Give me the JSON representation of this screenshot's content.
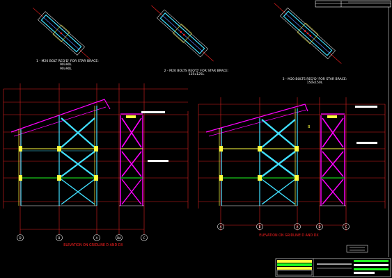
{
  "details": [
    {
      "line1": "1 - M20 BOLT REQ'D' FOR STAR BRACE:",
      "line2": "90x90L",
      "line3": "90x90L"
    },
    {
      "line1": "2 - M20 BOLTS REQ'D' FOR STAR BRACE:",
      "line2": "125x125L"
    },
    {
      "line1": "3 - M20 BOLTS REQ'D' FOR STAR BRACE:",
      "line2": "150x150L"
    }
  ],
  "elevations": [
    {
      "title": "ELEVATION ON GRIDLINE D AND DX",
      "grid_labels": [
        "D",
        "B",
        "A",
        "BA",
        "C"
      ]
    },
    {
      "title": "ELEVATION ON GRIDLINE D AND DX",
      "grid_labels": [
        "A",
        "B",
        "A",
        "D",
        "C"
      ]
    }
  ],
  "section_marker": "B",
  "colors": {
    "background": "#000000",
    "grid_lines": "#e02020",
    "truss": "#ff00ff",
    "bracing": "#40e0ff",
    "columns": "#ffff40",
    "white": "#ffffff",
    "green": "#20ff20"
  }
}
